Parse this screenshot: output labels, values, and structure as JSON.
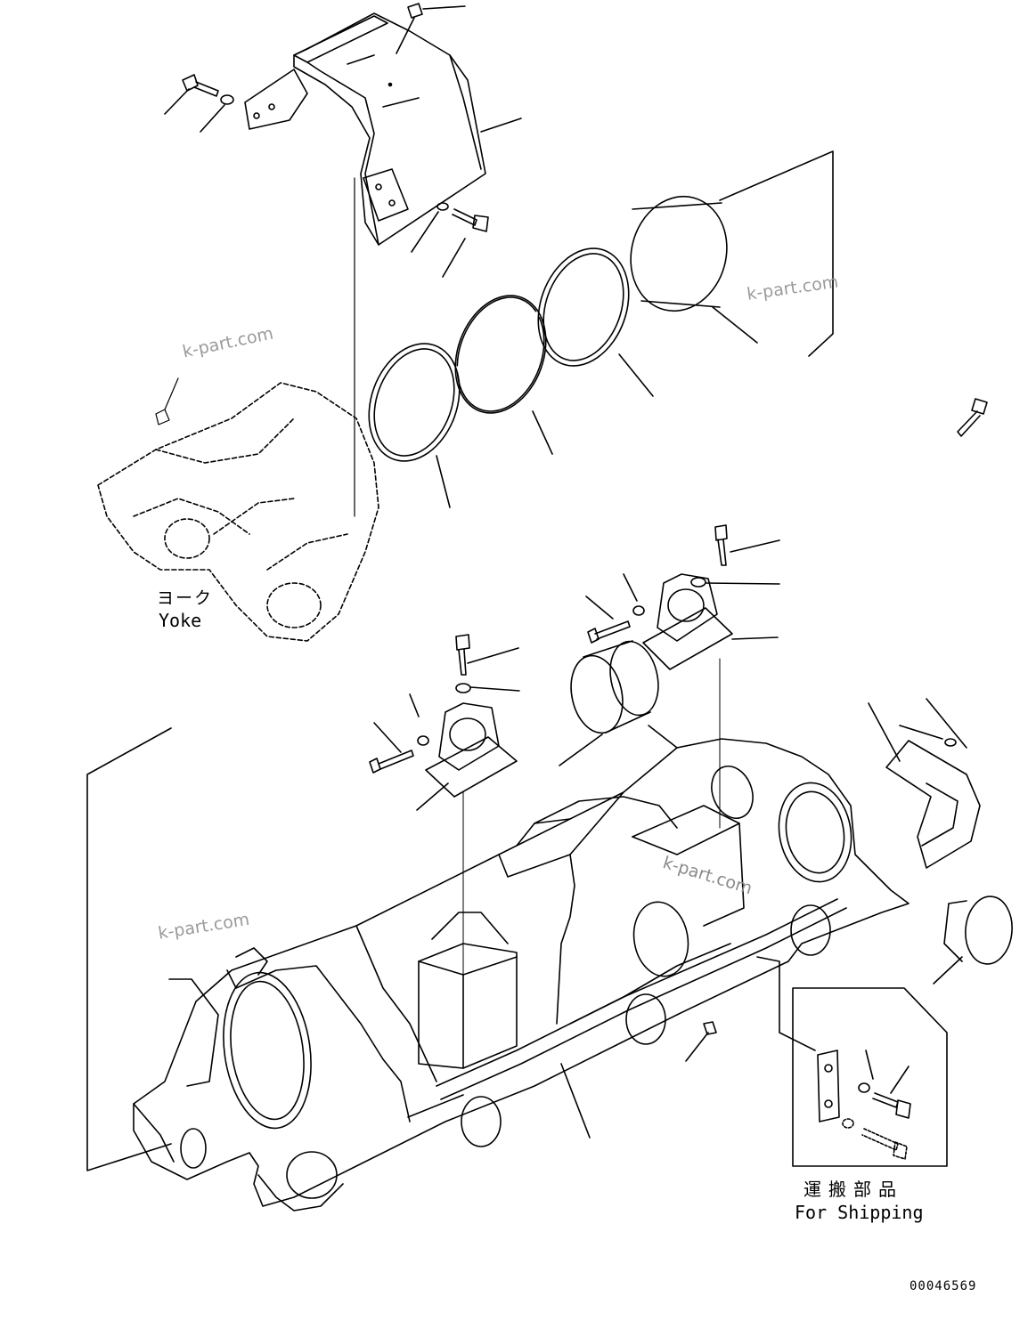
{
  "labels": {
    "yoke_jp": "ヨーク",
    "yoke_en": "Yoke",
    "shipping_jp": "運搬部品",
    "shipping_en": "For Shipping",
    "drawing_code": "00046569"
  },
  "watermarks": [
    "k-part.com",
    "k-part.com",
    "k-part.com",
    "k-part.com"
  ],
  "style": {
    "line_color": "#000000",
    "watermark_color": "#9a9a9a",
    "background": "#ffffff"
  }
}
